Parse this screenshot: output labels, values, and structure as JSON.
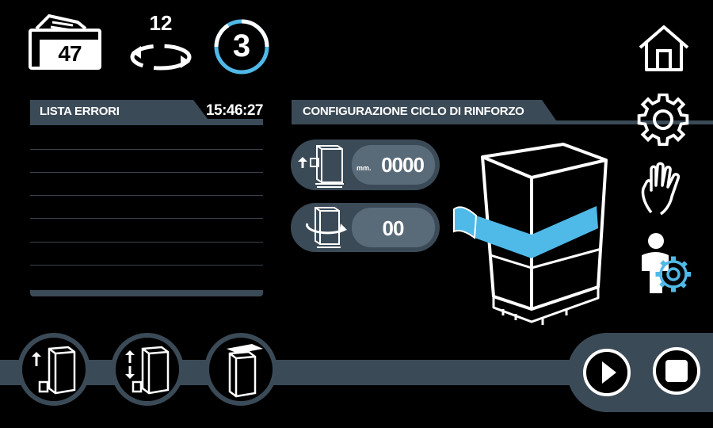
{
  "status": {
    "counter_value": "47",
    "cycles_value": "12",
    "step_value": "3"
  },
  "error_panel": {
    "title": "LISTA ERRORI",
    "time": "15:46:27"
  },
  "config_panel": {
    "title": "CONFIGURAZIONE CICLO DI RINFORZO",
    "height_unit": "mm.",
    "height_value": "0000",
    "turns_value": "00"
  },
  "icons": {
    "counter": "film-roll-counter-icon",
    "cycles": "rotation-cycle-icon",
    "step": "step-ring-icon",
    "home": "home-icon",
    "settings": "gear-icon",
    "manual": "hand-icon",
    "user_settings": "user-settings-icon",
    "play": "play-icon",
    "stop": "stop-icon"
  },
  "colors": {
    "accent": "#4fb9e8",
    "panel": "#3b4a57",
    "pill": "#596a78",
    "background": "#000000"
  }
}
